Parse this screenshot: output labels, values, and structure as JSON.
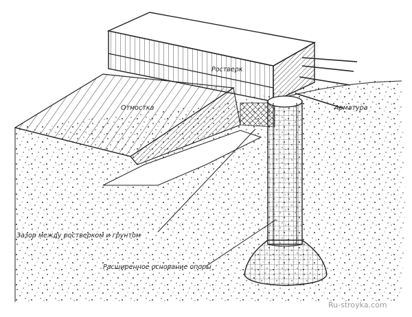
{
  "labels": {
    "grillage": "Ростверк",
    "blind_area": "Отмостка",
    "rebar": "Арматура",
    "gap": "Зазор между ростверком и грунтом",
    "pile_base": "Расширенное основание опоры"
  },
  "watermark": "Ru-stroyka.com",
  "colors": {
    "ink": "#222222",
    "paper": "#ffffff",
    "watermark": "#9a9a9a"
  }
}
